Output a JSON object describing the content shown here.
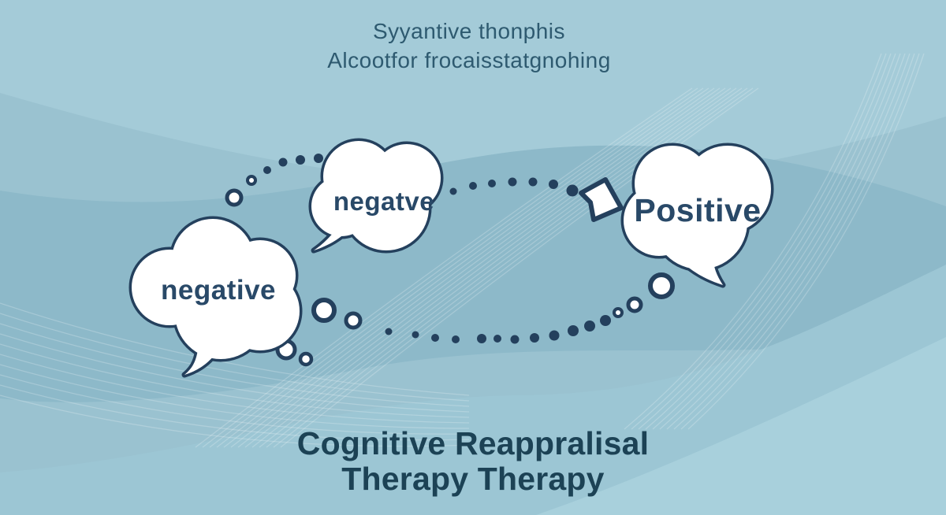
{
  "caption": {
    "line1": "Syyantive thonphis",
    "line2": "Alcootfor frocaisstatgnohing"
  },
  "bubbles": {
    "left_label": "negative",
    "middle_label": "negatve",
    "right_label": "Positive"
  },
  "title": {
    "line1": "Cognitive Reappralisal",
    "line2": "Therapy Therapy"
  },
  "icons": {
    "arrow": "arrow-right-icon",
    "dotted_flow_top": "dotted-path-icon",
    "dotted_flow_bottom": "dotted-path-icon"
  },
  "colors": {
    "background": "#a4cbd8",
    "wave_medium": "#9ac2d0",
    "wave_dark": "#8db9c9",
    "wave_bottom": "#9cc6d4",
    "wave_corner": "#a8d0dc",
    "outline_navy": "#24405d",
    "bubble_fill": "#ffffff",
    "bubble_text": "#294968",
    "caption_text": "#2e5a70",
    "title_text": "#1c4255"
  }
}
